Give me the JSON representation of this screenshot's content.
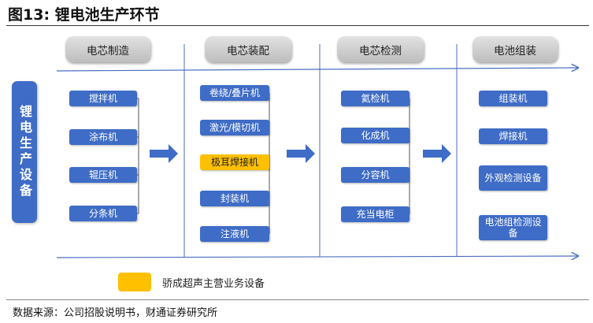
{
  "title": "图13: 锂电池生产环节",
  "side_label": "锂电生产设备",
  "stages": [
    {
      "header": "电芯制造",
      "items": [
        "搅拌机",
        "涂布机",
        "辊压机",
        "分条机"
      ]
    },
    {
      "header": "电芯装配",
      "items": [
        "卷绕/叠片机",
        "激光/模切机",
        "极耳焊接机",
        "封装机",
        "注液机"
      ]
    },
    {
      "header": "电芯检测",
      "items": [
        "氦检机",
        "化成机",
        "分容机",
        "充当电柜"
      ]
    },
    {
      "header": "电池组装",
      "items": [
        "组装机",
        "焊接机",
        "外观检测设备",
        "电池组检测设备"
      ]
    }
  ],
  "legend": {
    "label": "骄成超声主营业务设备",
    "color": "#ffc000"
  },
  "colors": {
    "box": "#3e6cc6",
    "highlight": "#ffc000",
    "line": "#4a6fc0"
  },
  "source": "数据来源：公司招股说明书，财通证券研究所"
}
